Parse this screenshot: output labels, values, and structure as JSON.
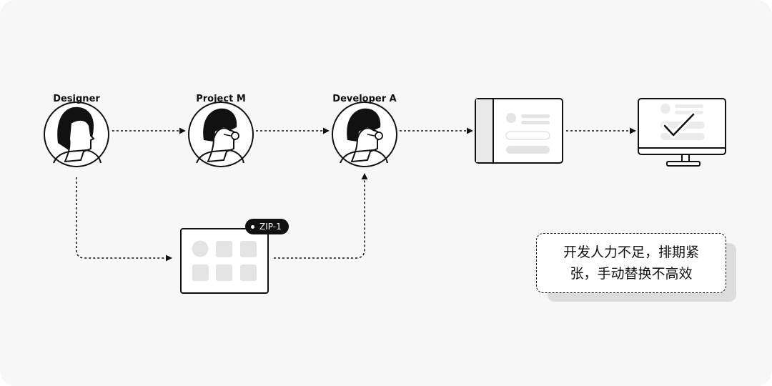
{
  "nodes": {
    "designer": {
      "label": "Designer"
    },
    "project_manager": {
      "label": "Project M"
    },
    "developer": {
      "label": "Developer A"
    }
  },
  "zip_tag": {
    "label": "ZIP-1"
  },
  "note": {
    "line1": "开发人力不足，排期紧",
    "line2": "张，手动替换不高效"
  },
  "icons": {
    "person": "person-avatar-icon",
    "person_glasses": "person-with-glasses-icon",
    "design_file": "design-file-grid-icon",
    "app_screen": "app-window-icon",
    "monitor_check": "monitor-checkmark-icon"
  },
  "colors": {
    "background": "#f7f7f7",
    "ink": "#111111",
    "placeholder": "#e4e4e4",
    "shadow": "#dcdcdc"
  }
}
